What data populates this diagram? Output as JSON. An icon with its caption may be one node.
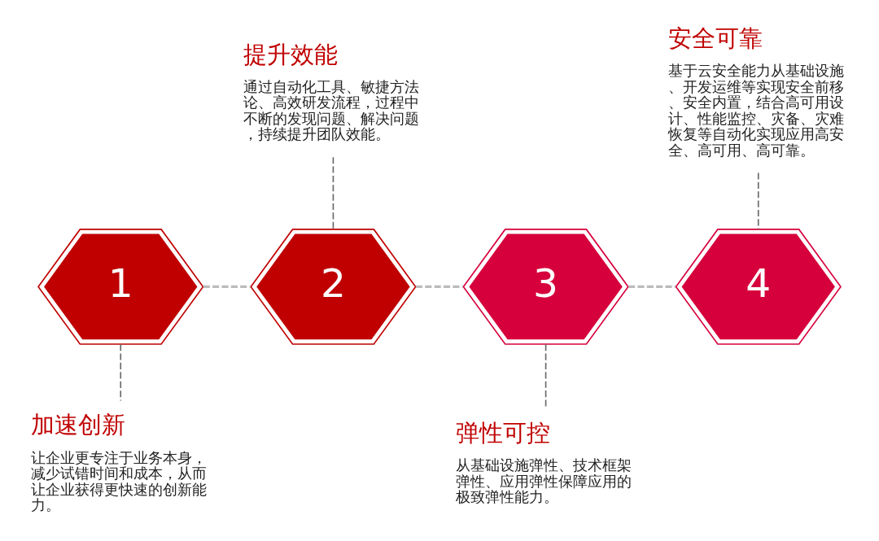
{
  "diagram": {
    "nodes": [
      {
        "text": [
          "1"
        ]
      },
      {
        "text": [
          "2"
        ]
      },
      {
        "text": [
          "3"
        ]
      },
      {
        "text": [
          "4"
        ]
      },
      {
        "text": [
          "加速创新",
          "让企业更专注于业务本身，减少试错时间和成本，从而让企业获得更快速的创新能力。"
        ]
      },
      {
        "text": [
          "提升效能",
          "通过自动化工具、敏捷方法论、高效研发流程，过程中不断的发现问题、解决问题，持续提升团队效能。"
        ]
      },
      {
        "text": [
          "弹性可控",
          "从基础设施弹性、技术框架弹性、应用弹性保障应用的极致弹性能力。"
        ]
      },
      {
        "text": [
          "安全可靠",
          "基于云安全能力从基础设施、开发运维等实现安全前移、安全内置，结合高可用设计、性能监控、灾备、灾难恢复等自动化实现应用高安全、高可用、高可靠。"
        ]
      }
    ],
    "edges": [
      {
        "from": 0,
        "to": 1,
        "arrow": "none",
        "style": "dashed",
        "color": "#bbbbbb"
      },
      {
        "from": 1,
        "to": 2,
        "arrow": "none",
        "style": "dashed",
        "color": "#bbbbbb"
      },
      {
        "from": 2,
        "to": 3,
        "arrow": "none",
        "style": "dashed",
        "color": "#bbbbbb"
      },
      {
        "from": 0,
        "to": 4,
        "arrow": "none",
        "style": "dashed"
      },
      {
        "from": 5,
        "to": 1,
        "arrow": "none",
        "style": "dashed"
      },
      {
        "from": 2,
        "to": 6,
        "arrow": "none",
        "style": "dashed"
      },
      {
        "from": 7,
        "to": 3,
        "arrow": "none",
        "style": "dashed"
      }
    ]
  }
}
